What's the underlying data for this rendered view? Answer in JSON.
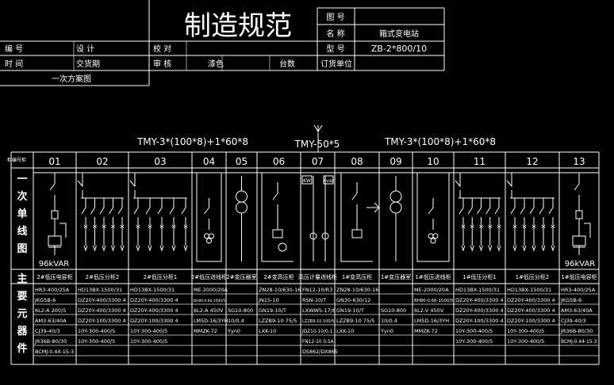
{
  "title_block": {
    "title": "制造规范",
    "drawing_no_label": "图 号",
    "name_label": "名 称",
    "name_value": "箱式变电站",
    "model_label": "型 号",
    "model_value": "ZB-2*800/10",
    "row1": [
      "编 号",
      "设 计",
      "校 对"
    ],
    "row2": [
      "时 间",
      "交货期",
      "审 核",
      "漆色",
      "台数",
      "订货单位"
    ],
    "scheme_label": "一次方案图"
  },
  "busbars": {
    "left": "TMY-3*(100*8)+1*60*8",
    "middle": "TMY-50*5",
    "right": "TMY-3*(100*8)+1*60*8"
  },
  "table": {
    "header_cell": "柜编号柜",
    "columns": [
      "01",
      "02",
      "03",
      "04",
      "05",
      "06",
      "07",
      "08",
      "09",
      "10",
      "11",
      "12",
      "13"
    ],
    "side_label_1": [
      "一",
      "次",
      "单",
      "线",
      "图"
    ],
    "side_label_2": [
      "主",
      "要",
      "元",
      "器",
      "件"
    ],
    "capacitor_left": "96kVAR",
    "capacitor_right": "96kVAR",
    "kw_labels": [
      "KW",
      "Kvar"
    ],
    "func_labels": [
      "2#低压电容柜",
      "2#低压分柜2",
      "2#低压分柜1",
      "2#低压进线柜",
      "2#变压器室",
      "2#变高压柜",
      "高压计量进线柜",
      "1#变高压柜",
      "1#变压器室",
      "1#低压进线柜",
      "1#低压分柜1",
      "1#低压分柜2",
      "1#低压电容柜"
    ],
    "comp_rows": [
      [
        "HR3-400/25A",
        "HD13BX-1500/31",
        "HD13BX-1500/31",
        "ME-2000/20A",
        "",
        "ZN28-10/630-16",
        "FN12-10/R3",
        "ZN28-10/630-16",
        "",
        "ME-2000/20A",
        "HD13BX-1500/31",
        "HD13BX-1500/31",
        "HR3-400/25A"
      ],
      [
        "JKG5B-6",
        "DZ20Y-400/3300 4",
        "DZ20Y-400/3300 4",
        "BH80-0.66-1500/5",
        "",
        "JN15-10",
        "RSN-10/T",
        "GN30-630/12",
        "",
        "BH80-0.66-1500/5",
        "DZ20Y-400/3300 4",
        "DZ20Y-400/3300 4",
        "JKG5B-6"
      ],
      [
        "6L2-A 200/5",
        "DZ20Y-400/3300 4",
        "DZ20Y-400/3300 4",
        "6L2-A 450V",
        "SG10-800",
        "GN19-10/T",
        "LXWW5-17/8",
        "GN19-10/T",
        "SG10-800",
        "6L2-V 450V",
        "DZ20Y-400/3300 4",
        "DZ20Y-400/3300 4",
        "AM3-63/40A"
      ],
      [
        "AM3-63/40A",
        "DZ20Y-100/3300 4",
        "DZ20Y-100/3300 4",
        "LM5D-16/3YH",
        "10/0.4",
        "LZZB9-10 75/5",
        "LZZB9-10 100/5",
        "LZZB9-10 75/5",
        "10/0.4",
        "LM5D-16/3YH",
        "DZ20Y-100/3300 4",
        "DZ20Y-100/3300 4",
        "CJ39-40/3"
      ],
      [
        "CJ39-40/3",
        "10Y-300-400/5",
        "10Y-300-400/5",
        "MMZK-72",
        "Yyn0",
        "LXK-10",
        "JDZ10-10/0.1",
        "LXK-10",
        "Yyn0",
        "MMZK-72",
        "10Y-300-400/5",
        "10Y-300-400/5",
        "JR36B-80/30"
      ],
      [
        "JR36B-80/30",
        "10Y-300-400/5",
        "10Y-300-400/5",
        "",
        "",
        "",
        "FN12-10 0.5A",
        "",
        "",
        "",
        "10Y-300-400/5",
        "10Y-300-400/5",
        "BCMJ-0.44-15-3"
      ],
      [
        "BCMJ-0.44-15-3",
        "",
        "",
        "",
        "",
        "",
        "DS862/DX865",
        "",
        "",
        "",
        "",
        "",
        ""
      ]
    ]
  }
}
